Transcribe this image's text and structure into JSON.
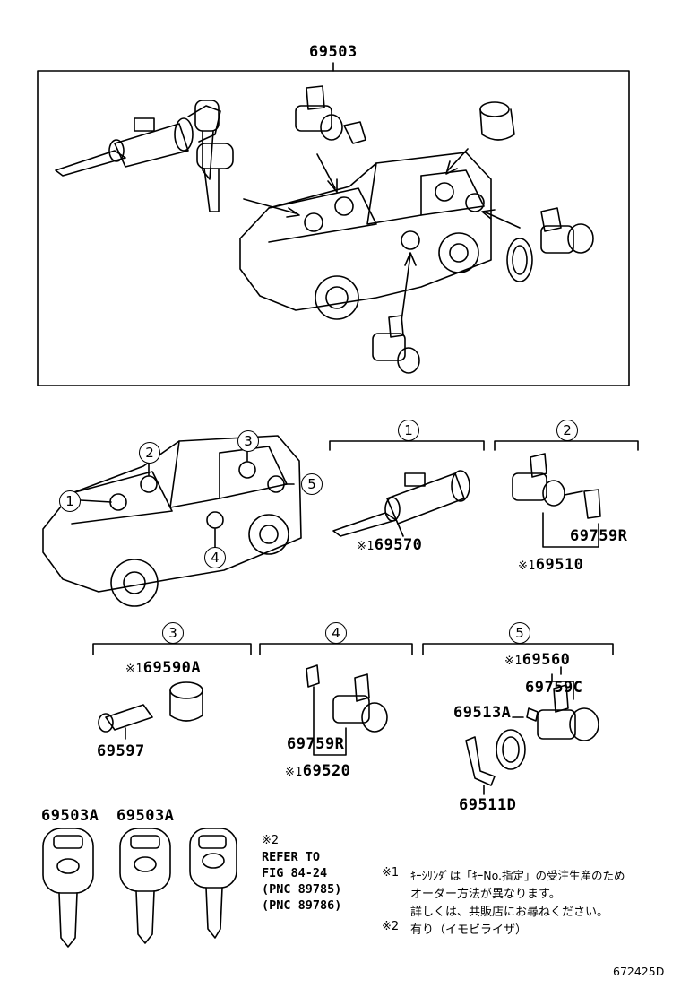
{
  "top_assembly": {
    "part_no": "69503"
  },
  "callouts": [
    "1",
    "2",
    "3",
    "4",
    "5"
  ],
  "sections": {
    "s1": {
      "num": "1",
      "mark": "※1",
      "part": "69570"
    },
    "s2": {
      "num": "2",
      "part_a": "69759R",
      "mark": "※1",
      "part_b": "69510"
    },
    "s3": {
      "num": "3",
      "mark": "※1",
      "part_a": "69590A",
      "part_b": "69597"
    },
    "s4": {
      "num": "4",
      "part_a": "69759R",
      "mark": "※1",
      "part_b": "69520"
    },
    "s5": {
      "num": "5",
      "mark": "※1",
      "part_a": "69560",
      "part_b": "69759C",
      "part_c": "69513A",
      "part_d": "69511D"
    }
  },
  "keys": {
    "key1": "69503A",
    "key2": "69503A",
    "mark": "※2",
    "refer_lines": [
      "REFER TO",
      "FIG 84-24",
      "(PNC 89785)",
      "(PNC 89786)"
    ]
  },
  "footnotes": {
    "n1_mark": "※1",
    "n1_line1": "ｷｰｼﾘﾝﾀﾞは「ｷｰNo.指定」の受注生産のため",
    "n1_line2": "オーダー方法が異なります。",
    "n1_line3": "詳しくは、共販店にお尋ねください。",
    "n2_mark": "※2",
    "n2_text": "有り（イモビライザ）"
  },
  "figure_id": "672425D"
}
